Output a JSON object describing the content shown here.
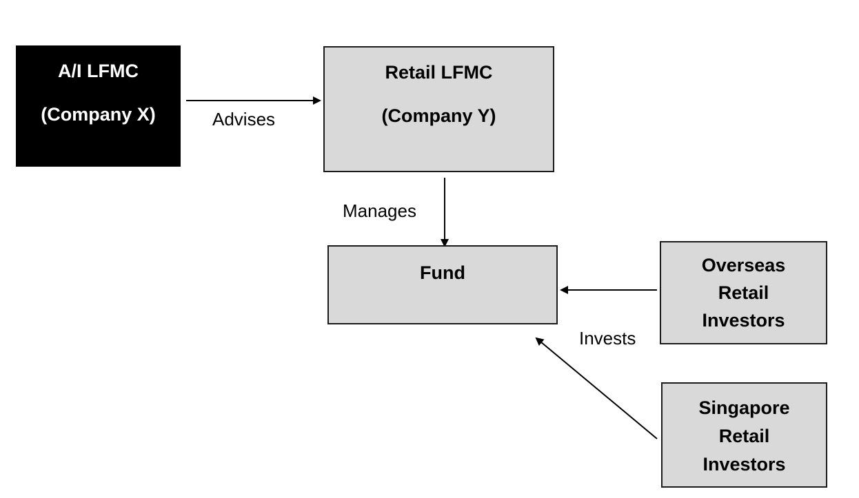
{
  "nodes": {
    "company_x": {
      "line1": "A/I LFMC",
      "line2": "(Company X)"
    },
    "company_y": {
      "line1": "Retail LFMC",
      "line2": "(Company Y)"
    },
    "fund": {
      "line1": "Fund"
    },
    "overseas": {
      "line1": "Overseas",
      "line2": "Retail",
      "line3": "Investors"
    },
    "singapore": {
      "line1": "Singapore",
      "line2": "Retail",
      "line3": "Investors"
    }
  },
  "edges": {
    "advises": "Advises",
    "manages": "Manages",
    "invests": "Invests"
  },
  "colors": {
    "dark_box": "#000000",
    "light_box": "#d9d9d9",
    "line": "#000000"
  }
}
